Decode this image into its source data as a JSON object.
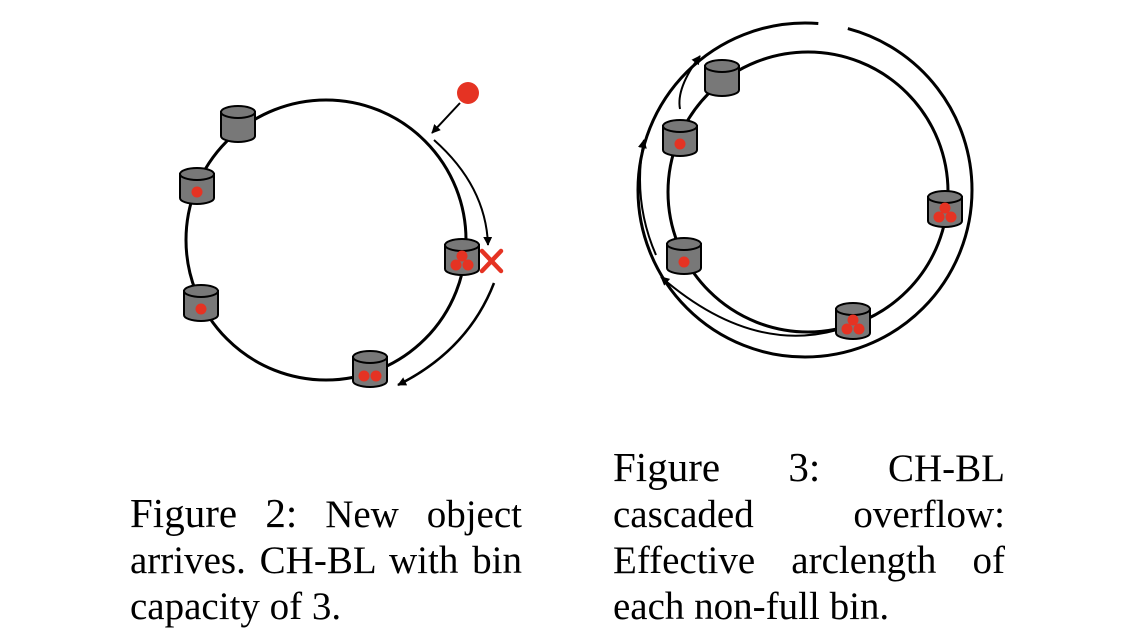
{
  "figure2": {
    "label": "Figure 2:",
    "caption": "New object arrives. CH-BL with bin capacity of 3.",
    "bins": [
      {
        "name": "bin-top",
        "objects": 0
      },
      {
        "name": "bin-upper-left",
        "objects": 1
      },
      {
        "name": "bin-lower-left",
        "objects": 1
      },
      {
        "name": "bin-bottom",
        "objects": 2
      },
      {
        "name": "bin-right-full",
        "objects": 3
      }
    ]
  },
  "figure3": {
    "label": "Figure 3:",
    "caption": "CH-BL cascaded overflow: Effective arclength of each non-full bin.",
    "bins": [
      {
        "name": "bin-top",
        "objects": 0
      },
      {
        "name": "bin-upper-left",
        "objects": 1
      },
      {
        "name": "bin-left",
        "objects": 1
      },
      {
        "name": "bin-bottom-full",
        "objects": 3
      },
      {
        "name": "bin-right-full",
        "objects": 3
      }
    ]
  },
  "colors": {
    "object": "#e53323",
    "bin_fill": "#787878",
    "bin_stroke": "#000000",
    "reject_mark": "#e53323"
  }
}
